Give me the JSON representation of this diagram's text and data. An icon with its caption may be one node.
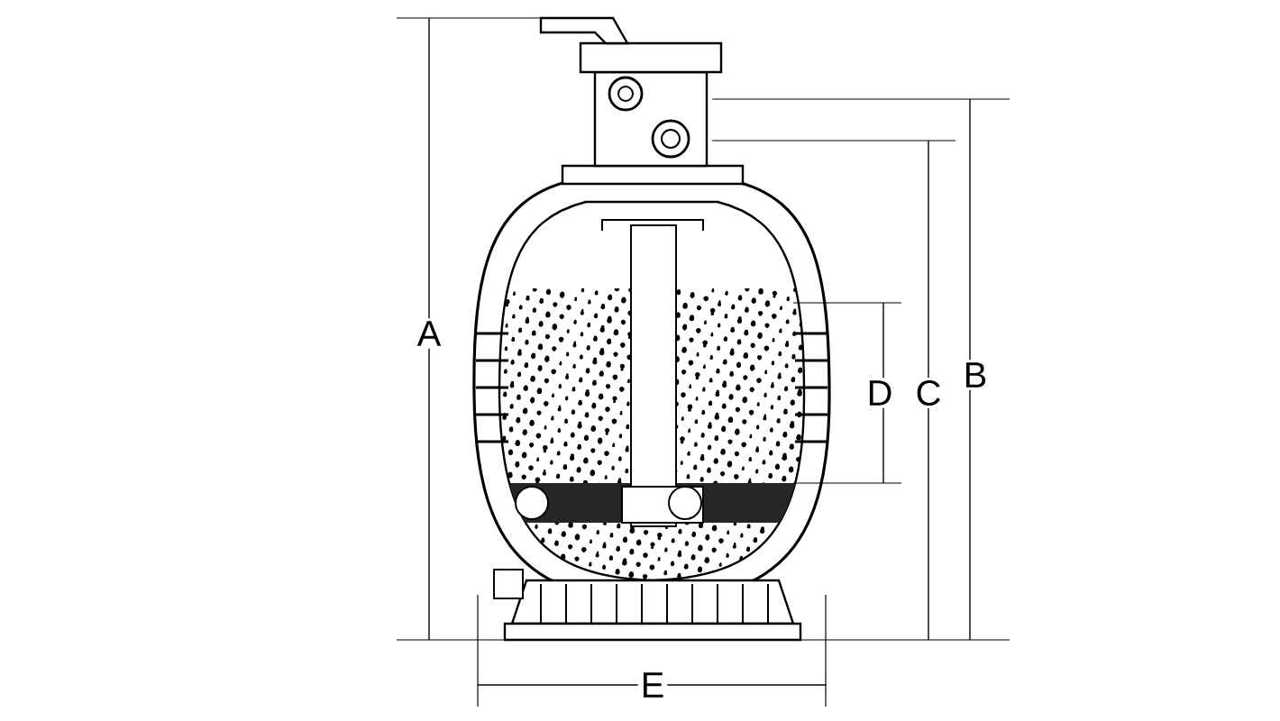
{
  "diagram": {
    "labels": [
      "A",
      "D",
      "C",
      "B",
      "E"
    ]
  }
}
